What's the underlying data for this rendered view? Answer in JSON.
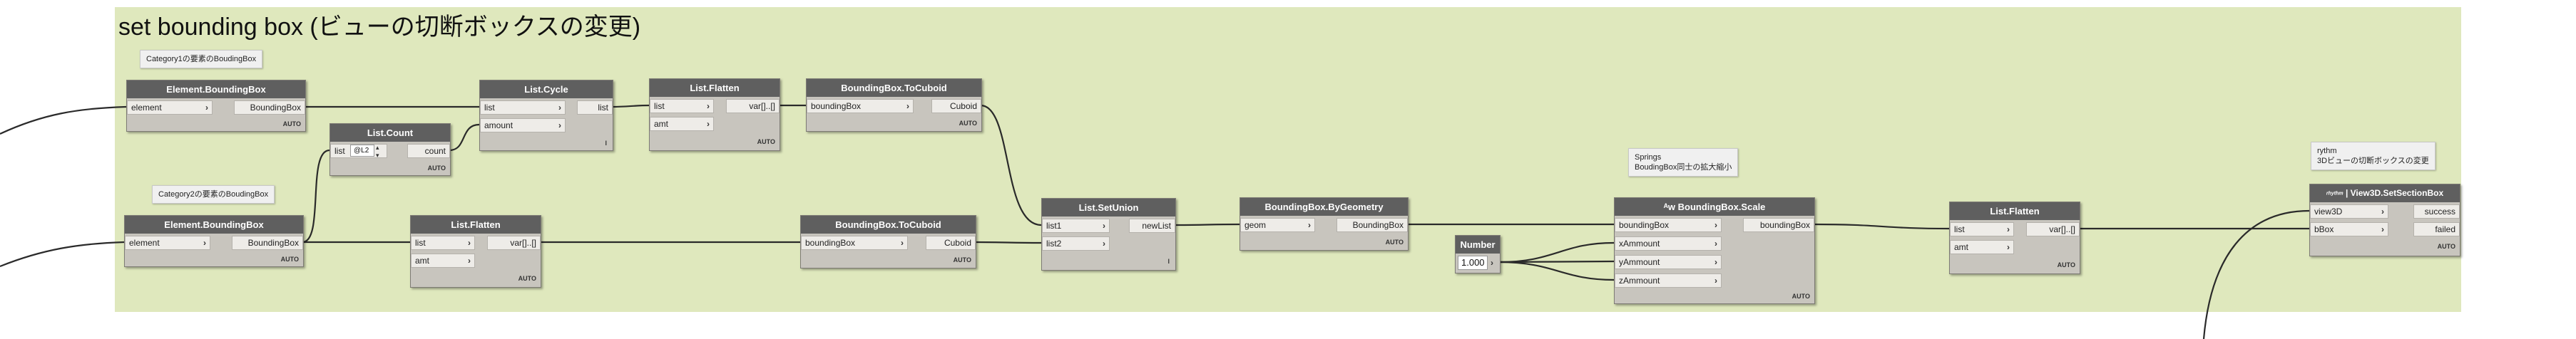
{
  "group": {
    "title": "set bounding box (ビューの切断ボックスの変更)"
  },
  "notes": {
    "category1": "Category1の要素のBoudingBox",
    "category2": "Category2の要素のBoudingBox",
    "springs": "Springs\nBoudingBox同士の拡大縮小",
    "rhythm": "rythm\n3Dビューの切断ボックスの変更"
  },
  "nodes": {
    "bbox1": {
      "title": "Element.BoundingBox",
      "in": [
        "element"
      ],
      "out": "BoundingBox",
      "lacing": "AUTO"
    },
    "bbox2": {
      "title": "Element.BoundingBox",
      "in": [
        "element"
      ],
      "out": "BoundingBox",
      "lacing": "AUTO"
    },
    "count": {
      "title": "List.Count",
      "in": [
        "list"
      ],
      "field": "@L2",
      "out": "count",
      "lacing": "AUTO"
    },
    "cycle": {
      "title": "List.Cycle",
      "in": [
        "list",
        "amount"
      ],
      "out": "list",
      "lacing": "l"
    },
    "flatten1": {
      "title": "List.Flatten",
      "in": [
        "list",
        "amt"
      ],
      "out": "var[]..[]",
      "lacing": "AUTO"
    },
    "flatten2": {
      "title": "List.Flatten",
      "in": [
        "list",
        "amt"
      ],
      "out": "var[]..[]",
      "lacing": "AUTO"
    },
    "flatten3": {
      "title": "List.Flatten",
      "in": [
        "list",
        "amt"
      ],
      "out": "var[]..[]",
      "lacing": "AUTO"
    },
    "cuboid1": {
      "title": "BoundingBox.ToCuboid",
      "in": [
        "boundingBox"
      ],
      "out": "Cuboid",
      "lacing": "AUTO"
    },
    "cuboid2": {
      "title": "BoundingBox.ToCuboid",
      "in": [
        "boundingBox"
      ],
      "out": "Cuboid",
      "lacing": "AUTO"
    },
    "union": {
      "title": "List.SetUnion",
      "in": [
        "list1",
        "list2"
      ],
      "out": "newList",
      "lacing": "l"
    },
    "bygeom": {
      "title": "BoundingBox.ByGeometry",
      "in": [
        "geom"
      ],
      "out": "BoundingBox",
      "lacing": "AUTO"
    },
    "number": {
      "title": "Number",
      "value": "1.000"
    },
    "scale": {
      "title": "ᴬᴡ BoundingBox.Scale",
      "in": [
        "boundingBox",
        "xAmmount",
        "yAmmount",
        "zAmmount"
      ],
      "out": "boundingBox",
      "lacing": "AUTO"
    },
    "setsection": {
      "title": "View3D.SetSectionBox",
      "badge": "rhythm",
      "in": [
        "view3D",
        "bBox"
      ],
      "out": [
        "success",
        "failed"
      ],
      "lacing": "AUTO"
    }
  },
  "colors": {
    "group": "#dfe8bd",
    "header": "#5f5f5f",
    "body": "#c8c5be",
    "wire": "#2a2a2a"
  }
}
